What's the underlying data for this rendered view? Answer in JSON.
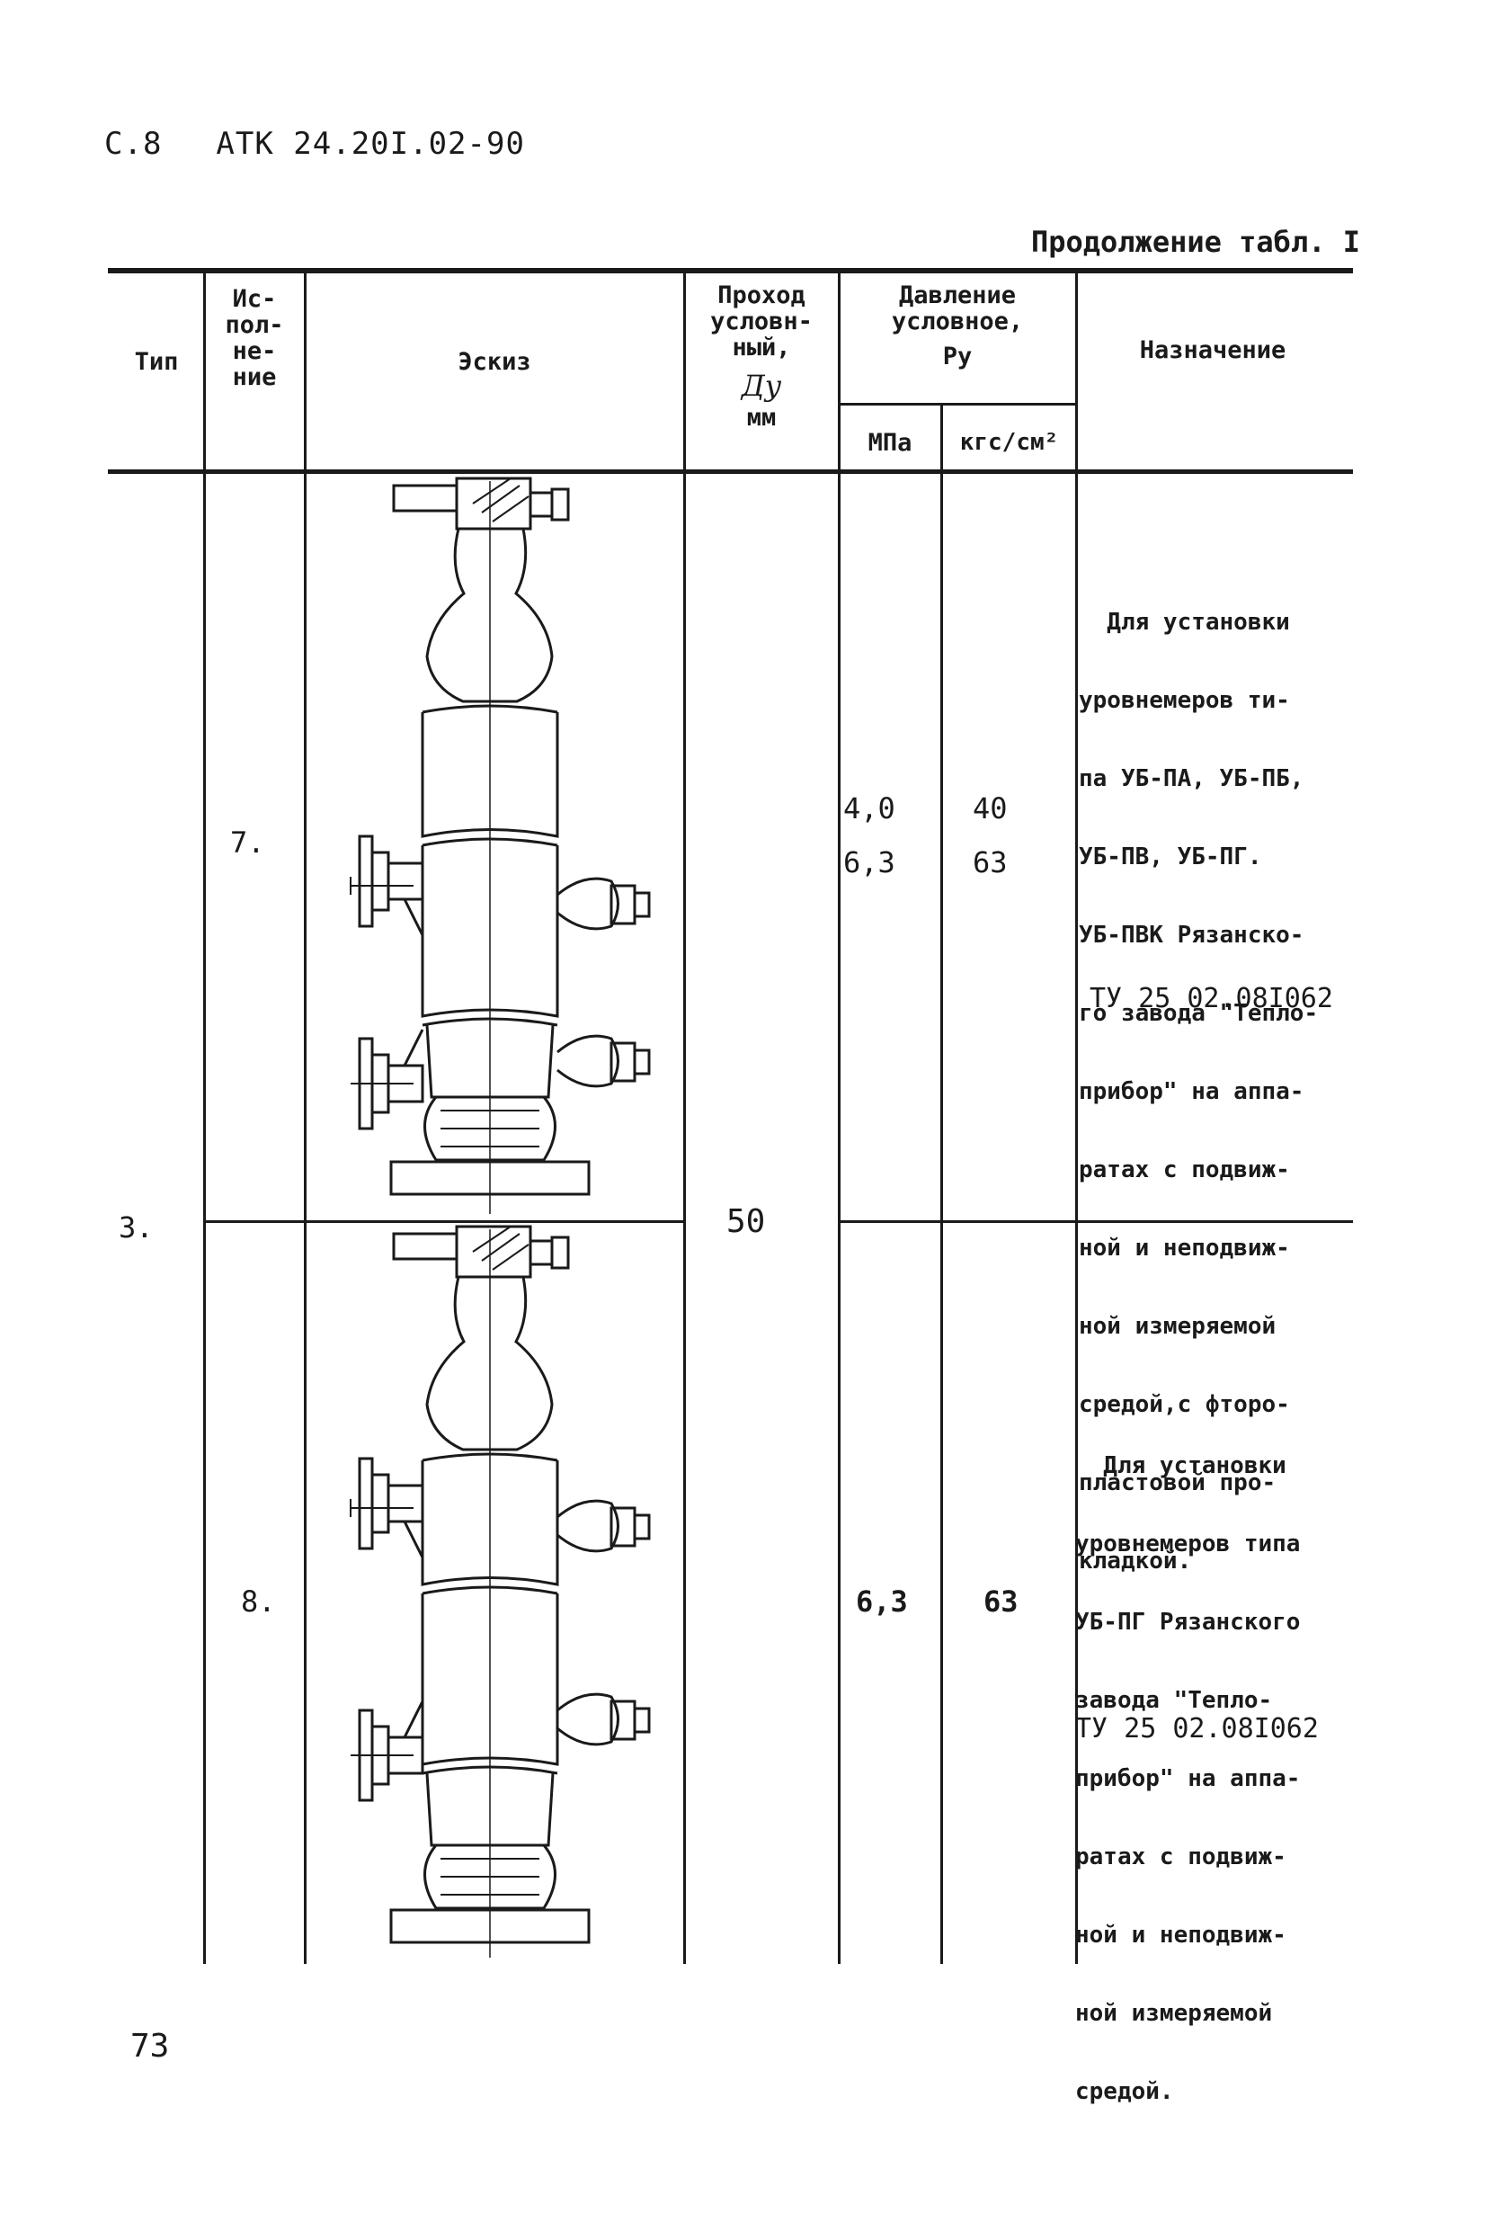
{
  "header": {
    "page_code": "С.8",
    "doc_code": "АТК 24.20I.02-90",
    "continuation": "Продолжение табл. I"
  },
  "table": {
    "columns": {
      "type": "Тип",
      "version": [
        "Ис-",
        "пол-",
        "не-",
        "ние"
      ],
      "schema": "Эскиз",
      "passage": [
        "Проход",
        "условн-",
        "ный,"
      ],
      "passage_symbol": "Ду",
      "passage_unit": "мм",
      "pressure": [
        "Давление",
        "условное,"
      ],
      "pressure_symbol": "Ру",
      "pressure_unit_mpa": "МПа",
      "pressure_unit_kgf": "кгс/см²",
      "purpose": "Назначение"
    },
    "type_value": "3.",
    "passage_value": "50",
    "rows": [
      {
        "version": "7.",
        "mpa": [
          "4,0",
          "6,3"
        ],
        "kgf": [
          "40",
          "63"
        ],
        "purpose_lines": [
          "  Для установки",
          "уровнемеров ти-",
          "па УБ-ПА, УБ-ПБ,",
          "УБ-ПВ, УБ-ПГ.",
          "УБ-ПВК Рязанско-",
          "го завода \"Тепло-",
          "прибор\" на аппа-",
          "ратах с подвиж-",
          "ной и неподвиж-",
          "ной измеряемой",
          "средой,с фторо-",
          "пластовой про-",
          "кладкой."
        ],
        "spec": "ТУ 25 02.08I062"
      },
      {
        "version": "8.",
        "mpa": [
          "6,3"
        ],
        "kgf": [
          "63"
        ],
        "purpose_lines": [
          "  Для установки",
          "уровнемеров типа",
          "УБ-ПГ Рязанского",
          "завода \"Тепло-",
          "прибор\" на аппа-",
          "ратах с подвиж-",
          "ной и неподвиж-",
          "ной измеряемой",
          "средой."
        ],
        "spec": "ТУ 25 02.08I062"
      }
    ]
  },
  "footer": {
    "page_number": "73"
  }
}
